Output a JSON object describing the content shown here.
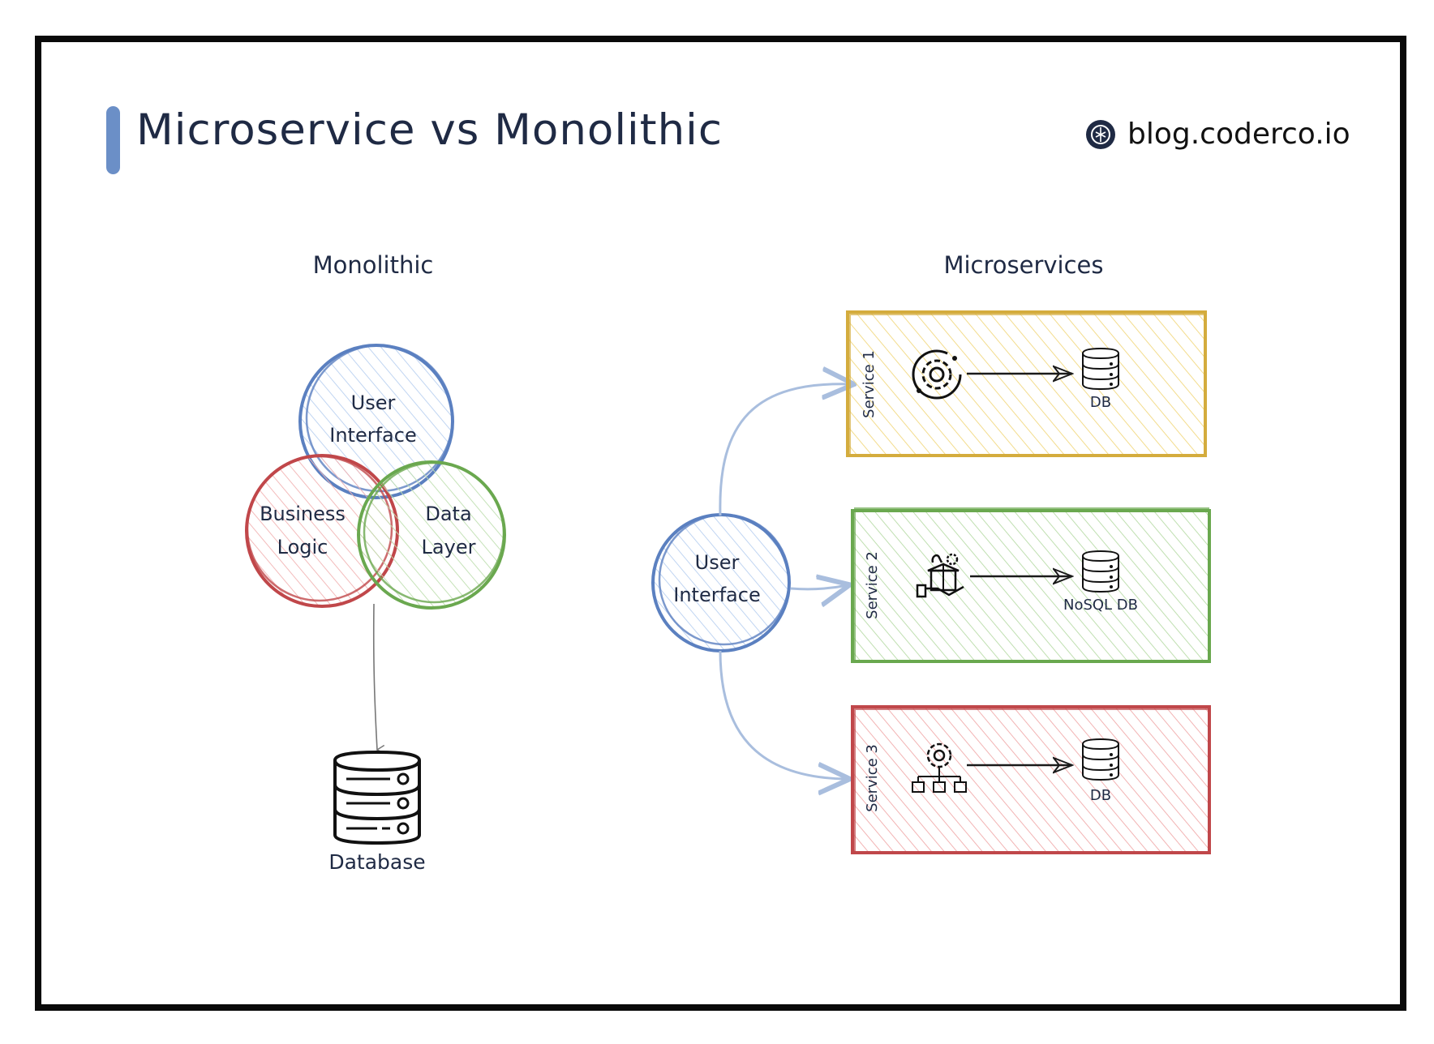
{
  "header": {
    "title": "Microservice vs Monolithic",
    "brand": "blog.coderco.io"
  },
  "monolithic": {
    "heading": "Monolithic",
    "circles": [
      {
        "line1": "User",
        "line2": "Interface",
        "stroke": "#5b80c0",
        "fill": "#cfe0f7"
      },
      {
        "line1": "Business",
        "line2": "Logic",
        "stroke": "#c0474a",
        "fill": "#f5c3c3"
      },
      {
        "line1": "Data",
        "line2": "Layer",
        "stroke": "#6aa84f",
        "fill": "#cfe8c2"
      }
    ],
    "database_label": "Database"
  },
  "microservices": {
    "heading": "Microservices",
    "ui_line1": "User",
    "ui_line2": "Interface",
    "services": [
      {
        "name": "Service 1",
        "db_label": "DB",
        "icon": "gear-cycle-icon",
        "stroke": "#d4ac3d",
        "fill": "#f7e6a6"
      },
      {
        "name": "Service 2",
        "db_label": "NoSQL DB",
        "icon": "hand-box-gear-icon",
        "stroke": "#6aa84f",
        "fill": "#cfe8c2"
      },
      {
        "name": "Service 3",
        "db_label": "DB",
        "icon": "gear-hierarchy-icon",
        "stroke": "#c0474a",
        "fill": "#f5c3c3"
      }
    ]
  },
  "colors": {
    "accent": "#6b8fc7",
    "ink": "#1f2a44",
    "arrow": "#a9bede"
  }
}
